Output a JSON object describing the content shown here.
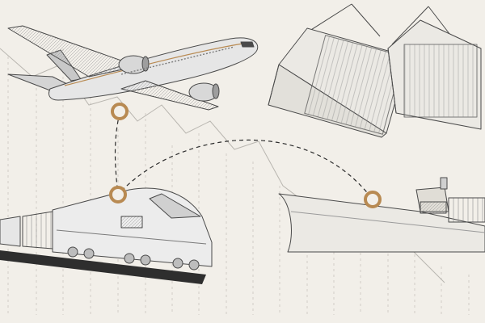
{
  "scene": {
    "accent": "#b88a52",
    "paper": "#f2efe9",
    "ink": "#4a4a4a",
    "route": "#2c2c2c",
    "illustrations": [
      {
        "kind": "cargo-airplane",
        "icon": "airplane-icon"
      },
      {
        "kind": "hanging-shipping-containers",
        "icon": "container-icon"
      },
      {
        "kind": "freight-locomotive",
        "icon": "train-icon"
      },
      {
        "kind": "container-ship",
        "icon": "ship-icon"
      }
    ],
    "route_markers": 3
  }
}
